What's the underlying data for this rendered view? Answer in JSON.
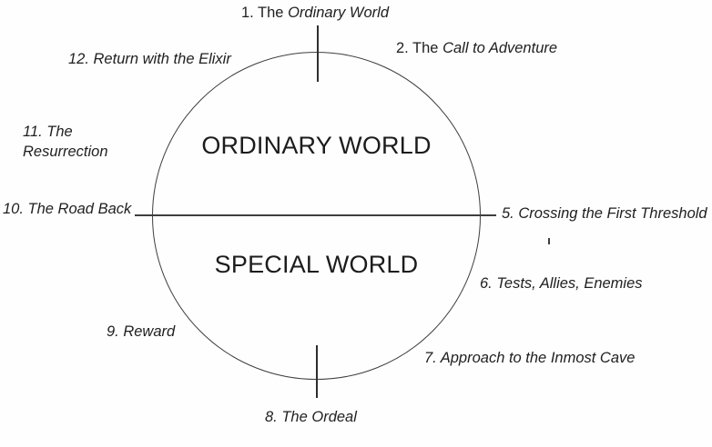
{
  "colors": {
    "ink": "#1f1f1f",
    "line": "#3e3e3e",
    "background": "#fefefe"
  },
  "circle": {
    "top_world_label": "ORDINARY WORLD",
    "bottom_world_label": "SPECIAL WORLD"
  },
  "stages": {
    "s1": {
      "upright": "1. The ",
      "italic": "Ordinary World"
    },
    "s2": {
      "upright": "2. The ",
      "italic": "Call to Adventure"
    },
    "s5": {
      "upright": "",
      "italic": "5. Crossing the First Threshold"
    },
    "s6": {
      "upright": "",
      "italic": "6. Tests, Allies, Enemies"
    },
    "s7": {
      "upright": "",
      "italic": "7. Approach to the Inmost Cave"
    },
    "s8": {
      "upright": "",
      "italic": "8. The Ordeal"
    },
    "s9": {
      "upright": "",
      "italic": "9. Reward"
    },
    "s10": {
      "upright": "",
      "italic": "10. The Road Back"
    },
    "s11": {
      "line1": "11. The",
      "line2": "Resurrection"
    },
    "s12": {
      "upright": "",
      "italic": "12. Return with the Elixir"
    }
  },
  "marks": {
    "top_tick": "stage-1-boundary-tick",
    "bottom_tick": "stage-8-boundary-tick",
    "divider": "worlds-divider-line",
    "stray": "small-stray-tick"
  }
}
